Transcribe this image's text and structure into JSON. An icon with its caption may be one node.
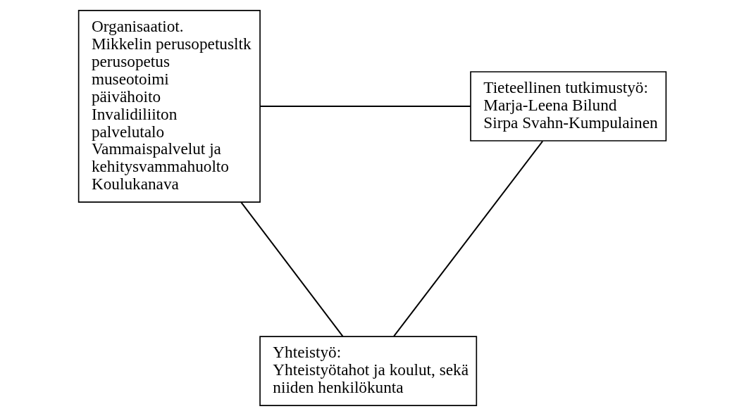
{
  "diagram": {
    "nodes": [
      {
        "text": [
          "Organisaatiot.",
          "Mikkelin perusopetusltk",
          "perusopetus",
          "museotoimi",
          "päivähoito",
          "Invalidiliiton palvelutalo",
          "Vammaispalvelut ja kehitysvammahuolto",
          "Koulukanava"
        ]
      },
      {
        "text": [
          "Tieteellinen tutkimustyö:",
          "Marja-Leena Bilund",
          "Sirpa Svahn-Kumpulainen"
        ]
      },
      {
        "text": [
          "Yhteistyö:",
          "Yhteistyötahot ja koulut, sekä niiden henkilökunta"
        ]
      }
    ],
    "edges": [
      {
        "from": 0,
        "to": 1,
        "arrow": "none"
      },
      {
        "from": 0,
        "to": 2,
        "arrow": "none"
      },
      {
        "from": 1,
        "to": 2,
        "arrow": "none"
      }
    ]
  }
}
